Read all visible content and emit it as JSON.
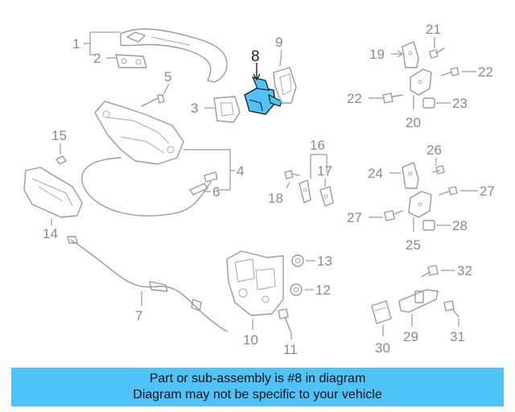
{
  "diagram": {
    "highlight_color": "#4fc3f7",
    "highlight_part": "8",
    "callouts": {
      "c1": "1",
      "c2": "2",
      "c3": "3",
      "c4": "4",
      "c5": "5",
      "c6": "6",
      "c7": "7",
      "c8": "8",
      "c9": "9",
      "c10": "10",
      "c11": "11",
      "c12": "12",
      "c13": "13",
      "c14": "14",
      "c15": "15",
      "c16": "16",
      "c17": "17",
      "c18": "18",
      "c19": "19",
      "c20": "20",
      "c21": "21",
      "c22a": "22",
      "c22b": "22",
      "c23": "23",
      "c24": "24",
      "c25": "25",
      "c26": "26",
      "c27a": "27",
      "c27b": "27",
      "c28": "28",
      "c29": "29",
      "c30": "30",
      "c31": "31",
      "c32": "32"
    }
  },
  "banner": {
    "line1": "Part or sub-assembly is #8 in diagram",
    "line2": "Diagram may not be specific to your vehicle"
  }
}
